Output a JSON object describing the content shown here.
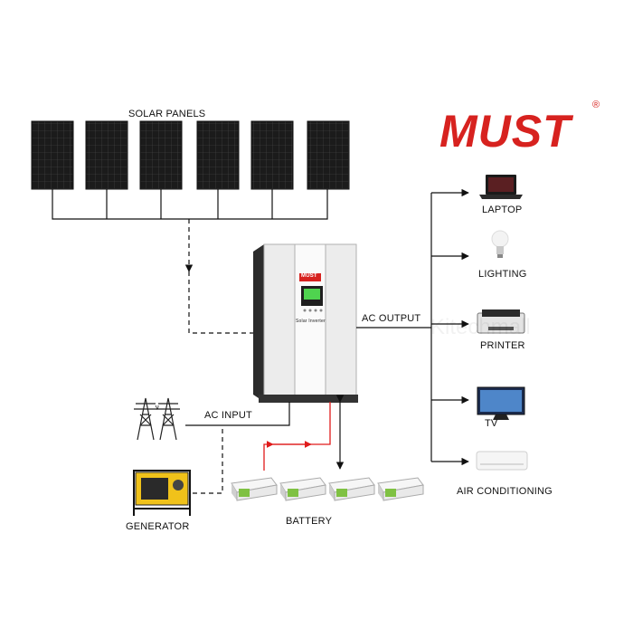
{
  "brand": {
    "logo_text": "MUST",
    "registered_mark": "®",
    "accent_color": "#d7221f"
  },
  "labels": {
    "solar_panels": "SOLAR PANELS",
    "ac_output": "AC OUTPUT",
    "ac_input": "AC INPUT",
    "generator": "GENERATOR",
    "battery": "BATTERY"
  },
  "inverter": {
    "front_text": "Solar Inverter",
    "badge_text": "MUST"
  },
  "loads": [
    {
      "name": "LAPTOP",
      "icon": "laptop-icon"
    },
    {
      "name": "LIGHTING",
      "icon": "light-bulb-icon"
    },
    {
      "name": "PRINTER",
      "icon": "printer-icon"
    },
    {
      "name": "TV",
      "icon": "tv-icon"
    },
    {
      "name": "AIR CONDITIONING",
      "icon": "air-conditioner-icon"
    }
  ],
  "components": {
    "solar_panel_count": 6,
    "battery_count": 4
  },
  "watermark": "Kitechmall",
  "colors": {
    "battery_link": "#e01b1b",
    "lines": "#111111",
    "battery_case": "#e9e9e9",
    "battery_label": "#7fc142"
  }
}
